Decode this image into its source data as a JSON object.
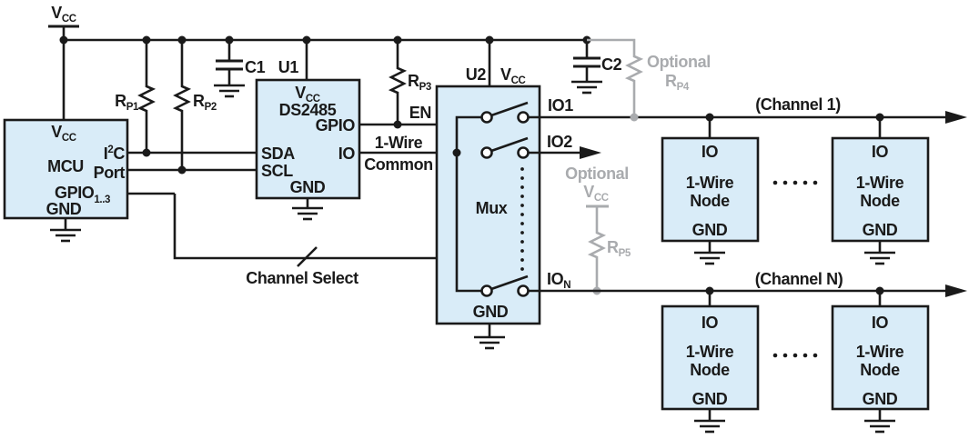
{
  "title": "DS2485 multi-channel 1-Wire network schematic",
  "colors": {
    "box_fill": "#d9ecf8",
    "line": "#1a1a1a",
    "optional_gray": "#a9abae",
    "background": "#ffffff"
  },
  "power": {
    "vcc": {
      "base": "V",
      "sub": "CC"
    }
  },
  "mcu": {
    "name": "MCU",
    "vcc": {
      "base": "V",
      "sub": "CC"
    },
    "pin_i2c": {
      "pre": "I",
      "sup": "2",
      "post": "C"
    },
    "pin_port": "Port",
    "pin_gpio": {
      "base": "GPIO",
      "sub": "1..3"
    },
    "pin_gnd": "GND"
  },
  "resistors": {
    "rp1": {
      "base": "R",
      "sub": "P1"
    },
    "rp2": {
      "base": "R",
      "sub": "P2"
    },
    "rp3": {
      "base": "R",
      "sub": "P3"
    },
    "rp4": {
      "base": "R",
      "sub": "P4"
    },
    "rp5": {
      "base": "R",
      "sub": "P5"
    }
  },
  "capacitors": {
    "c1": "C1",
    "c2": "C2"
  },
  "u1": {
    "ref": "U1",
    "name": "DS2485",
    "vcc": {
      "base": "V",
      "sub": "CC"
    },
    "pin_gpio": "GPIO",
    "pin_sda": "SDA",
    "pin_scl": "SCL",
    "pin_io": "IO",
    "pin_gnd": "GND"
  },
  "mux": {
    "ref": "U2",
    "name": "Mux",
    "vcc": {
      "base": "V",
      "sub": "CC"
    },
    "pin_en": "EN",
    "pin_gnd": "GND",
    "out1": "IO1",
    "out2": "IO2",
    "outN": {
      "base": "IO",
      "sub": "N"
    }
  },
  "labels": {
    "one_wire_line1": "1-Wire",
    "one_wire_line2": "Common",
    "channel_select": "Channel Select",
    "channel_1": "(Channel 1)",
    "channel_n": "(Channel N)",
    "optional": "Optional",
    "optional_vcc": {
      "base": "V",
      "sub": "CC"
    }
  },
  "node": {
    "pin_io": "IO",
    "name_line1": "1-Wire",
    "name_line2": "Node",
    "pin_gnd": "GND"
  }
}
